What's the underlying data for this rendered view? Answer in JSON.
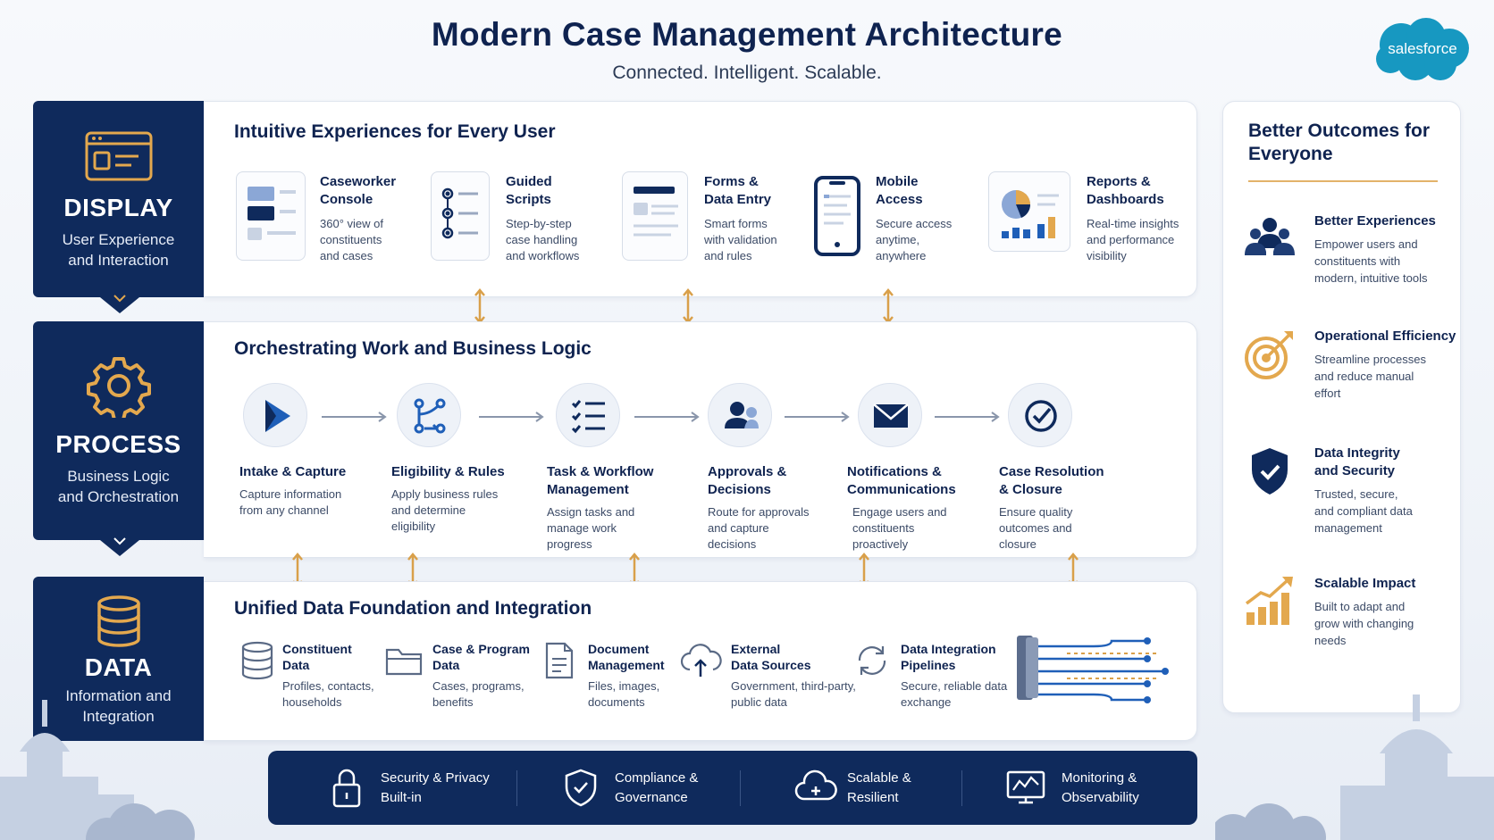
{
  "header": {
    "title": "Modern Case Management Architecture",
    "subtitle": "Connected. Intelligent. Scalable.",
    "brand": "salesforce"
  },
  "layers": {
    "display": {
      "name": "DISPLAY",
      "caption_1": "User Experience",
      "caption_2": "and Interaction",
      "icon": "browser-window-icon"
    },
    "process": {
      "name": "PROCESS",
      "caption_1": "Business Logic",
      "caption_2": "and Orchestration",
      "icon": "gear-icon"
    },
    "data": {
      "name": "DATA",
      "caption_1": "Information and",
      "caption_2": "Integration",
      "icon": "database-icon"
    }
  },
  "display_panel": {
    "title": "Intuitive Experiences for Every User",
    "items": [
      {
        "title_1": "Caseworker",
        "title_2": "Console",
        "desc_1": "360° view of",
        "desc_2": "constituents",
        "desc_3": "and cases",
        "icon": "console-icon"
      },
      {
        "title_1": "Guided",
        "title_2": "Scripts",
        "desc_1": "Step-by-step",
        "desc_2": "case handling",
        "desc_3": "and workflows",
        "icon": "checklist-icon"
      },
      {
        "title_1": "Forms &",
        "title_2": "Data Entry",
        "desc_1": "Smart forms",
        "desc_2": "with validation",
        "desc_3": "and rules",
        "icon": "form-icon"
      },
      {
        "title_1": "Mobile",
        "title_2": "Access",
        "desc_1": "Secure access",
        "desc_2": "anytime,",
        "desc_3": "anywhere",
        "icon": "mobile-phone-icon"
      },
      {
        "title_1": "Reports &",
        "title_2": "Dashboards",
        "desc_1": "Real-time insights",
        "desc_2": "and performance",
        "desc_3": "visibility",
        "icon": "dashboard-chart-icon"
      }
    ]
  },
  "process_panel": {
    "title": "Orchestrating Work and Business Logic",
    "items": [
      {
        "title_1": "Intake & Capture",
        "title_2": "",
        "desc_1": "Capture information",
        "desc_2": "from any channel",
        "desc_3": "",
        "icon": "play-icon"
      },
      {
        "title_1": "Eligibility & Rules",
        "title_2": "",
        "desc_1": "Apply business rules",
        "desc_2": "and determine",
        "desc_3": "eligibility",
        "icon": "branching-rules-icon"
      },
      {
        "title_1": "Task & Workflow",
        "title_2": "Management",
        "desc_1": "Assign tasks and",
        "desc_2": "manage work",
        "desc_3": "progress",
        "icon": "task-list-icon"
      },
      {
        "title_1": "Approvals &",
        "title_2": "Decisions",
        "desc_1": "Route for approvals",
        "desc_2": "and capture",
        "desc_3": "decisions",
        "icon": "approvers-icon"
      },
      {
        "title_1": "Notifications &",
        "title_2": "Communications",
        "desc_1": "Engage users and",
        "desc_2": "constituents",
        "desc_3": "proactively",
        "icon": "envelope-icon"
      },
      {
        "title_1": "Case Resolution",
        "title_2": "& Closure",
        "desc_1": "Ensure quality",
        "desc_2": "outcomes and",
        "desc_3": "closure",
        "icon": "check-circle-icon"
      }
    ]
  },
  "data_panel": {
    "title": "Unified Data Foundation and Integration",
    "items": [
      {
        "title_1": "Constituent",
        "title_2": "Data",
        "desc_1": "Profiles, contacts,",
        "desc_2": "households",
        "icon": "database-icon"
      },
      {
        "title_1": "Case & Program",
        "title_2": "Data",
        "desc_1": "Cases, programs,",
        "desc_2": "benefits",
        "icon": "folder-icon"
      },
      {
        "title_1": "Document",
        "title_2": "Management",
        "desc_1": "Files, images,",
        "desc_2": "documents",
        "icon": "document-icon"
      },
      {
        "title_1": "External",
        "title_2": "Data Sources",
        "desc_1": "Government, third-party,",
        "desc_2": "public data",
        "icon": "cloud-upload-icon"
      },
      {
        "title_1": "Data Integration",
        "title_2": "Pipelines",
        "desc_1": "Secure, reliable data",
        "desc_2": "exchange",
        "icon": "sync-icon"
      }
    ]
  },
  "outcomes": {
    "title": "Better Outcomes for Everyone",
    "items": [
      {
        "head_1": "Better Experiences",
        "head_2": "",
        "desc_1": "Empower users and",
        "desc_2": "constituents with",
        "desc_3": "modern, intuitive tools",
        "icon": "people-group-icon"
      },
      {
        "head_1": "Operational Efficiency",
        "head_2": "",
        "desc_1": "Streamline processes",
        "desc_2": "and reduce manual",
        "desc_3": "effort",
        "icon": "target-icon"
      },
      {
        "head_1": "Data Integrity",
        "head_2": "and Security",
        "desc_1": "Trusted, secure,",
        "desc_2": "and compliant data",
        "desc_3": "management",
        "icon": "shield-check-icon"
      },
      {
        "head_1": "Scalable Impact",
        "head_2": "",
        "desc_1": "Built to adapt and",
        "desc_2": "grow with changing",
        "desc_3": "needs",
        "icon": "growth-chart-icon"
      }
    ]
  },
  "footer": {
    "items": [
      {
        "label_1": "Security & Privacy",
        "label_2": "Built-in",
        "icon": "lock-icon"
      },
      {
        "label_1": "Compliance &",
        "label_2": "Governance",
        "icon": "shield-check-icon"
      },
      {
        "label_1": "Scalable &",
        "label_2": "Resilient",
        "icon": "cloud-plus-icon"
      },
      {
        "label_1": "Monitoring &",
        "label_2": "Observability",
        "icon": "monitor-chart-icon"
      }
    ]
  },
  "colors": {
    "navy": "#0f2a5c",
    "gold": "#d9a04a",
    "brand_blue": "#1798c1",
    "text": "#0f2350"
  }
}
